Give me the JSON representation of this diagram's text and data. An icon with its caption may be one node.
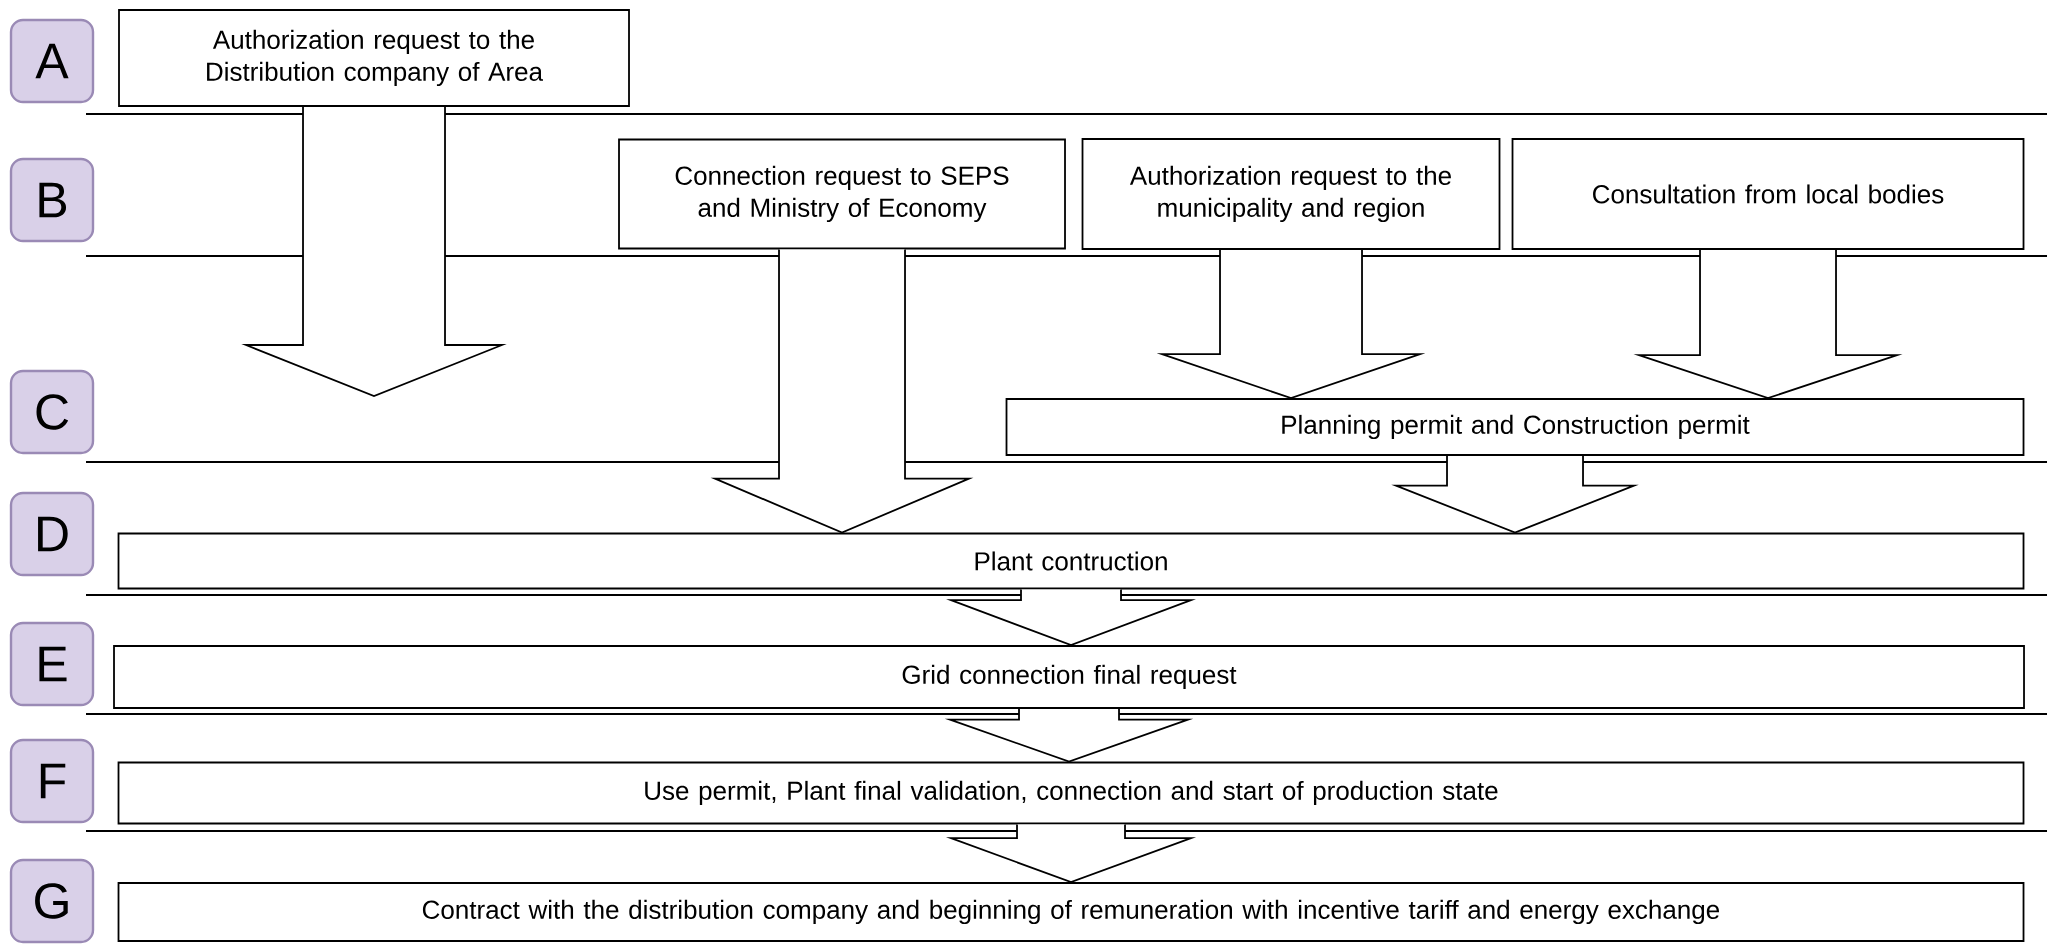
{
  "diagram": {
    "nodes": [
      {
        "text": [
          "A"
        ]
      },
      {
        "text": [
          "B"
        ]
      },
      {
        "text": [
          "C"
        ]
      },
      {
        "text": [
          "D"
        ]
      },
      {
        "text": [
          "E"
        ]
      },
      {
        "text": [
          "F"
        ]
      },
      {
        "text": [
          "G"
        ]
      },
      {
        "text": [
          "Authorization request to the Distribution company of Area"
        ]
      },
      {
        "text": [
          "Connection request to SEPS and Ministry of Economy"
        ]
      },
      {
        "text": [
          "Authorization request to the municipality and region"
        ]
      },
      {
        "text": [
          "Consultation from local bodies"
        ]
      },
      {
        "text": [
          "Planning permit and Construction permit"
        ]
      },
      {
        "text": [
          "Plant contruction"
        ]
      },
      {
        "text": [
          "Grid connection final request"
        ]
      },
      {
        "text": [
          "Use permit, Plant final validation, connection and start of production state"
        ]
      },
      {
        "text": [
          "Contract with the distribution company and beginning of remuneration with incentive tariff and energy exchange"
        ]
      }
    ],
    "edges": [
      {
        "from": 7,
        "to": null,
        "arrow": "to"
      },
      {
        "from": 8,
        "to": 12,
        "arrow": "to"
      },
      {
        "from": 9,
        "to": 11,
        "arrow": "to"
      },
      {
        "from": 10,
        "to": 11,
        "arrow": "to"
      },
      {
        "from": 11,
        "to": 12,
        "arrow": "to"
      },
      {
        "from": 12,
        "to": 13,
        "arrow": "to"
      },
      {
        "from": 13,
        "to": 14,
        "arrow": "to"
      },
      {
        "from": 14,
        "to": 15,
        "arrow": "to"
      }
    ]
  }
}
